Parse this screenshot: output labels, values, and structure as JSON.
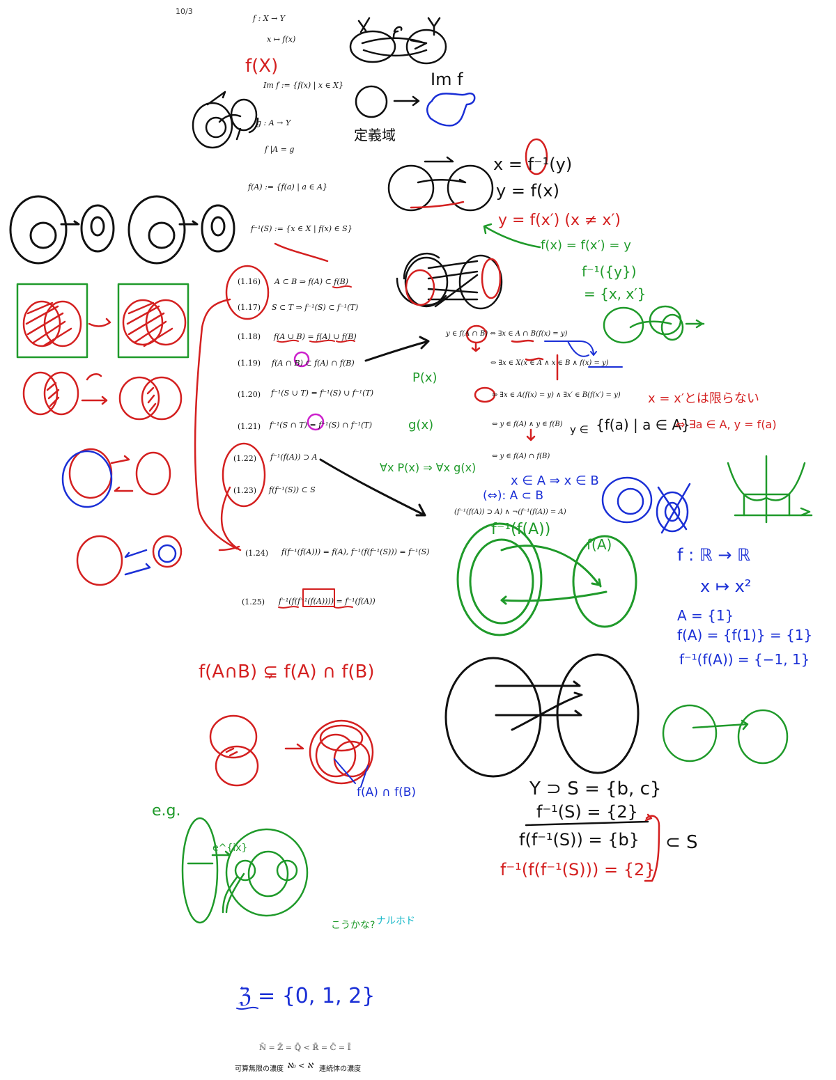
{
  "date": "10/3",
  "definitions": {
    "map": "f : X → Y",
    "rule": "x ↦ f(x)",
    "image": "Im f := {f(x) | x ∈ X}",
    "restriction_map": "g : A → Y",
    "restriction": "f |A = g",
    "direct_image": "f(A) := {f(a) | a ∈ A}",
    "preimage": "f⁻¹(S) := {x ∈ X | f(x) ∈ S}"
  },
  "theorems": [
    {
      "num": "(1.16)",
      "text": "A ⊂ B ⇒ f(A) ⊂ f(B)"
    },
    {
      "num": "(1.17)",
      "text": "S ⊂ T ⇒ f⁻¹(S) ⊂ f⁻¹(T)"
    },
    {
      "num": "(1.18)",
      "text": "f(A ∪ B) = f(A) ∪ f(B)"
    },
    {
      "num": "(1.19)",
      "text": "f(A ∩ B) ⊂ f(A) ∩ f(B)"
    },
    {
      "num": "(1.20)",
      "text": "f⁻¹(S ∪ T) = f⁻¹(S) ∪ f⁻¹(T)"
    },
    {
      "num": "(1.21)",
      "text": "f⁻¹(S ∩ T) = f⁻¹(S) ∩ f⁻¹(T)"
    },
    {
      "num": "(1.22)",
      "text": "f⁻¹(f(A)) ⊃ A"
    },
    {
      "num": "(1.23)",
      "text": "f(f⁻¹(S)) ⊂ S"
    },
    {
      "num": "(1.24)",
      "text": "f(f⁻¹(f(A))) = f(A), f⁻¹(f(f⁻¹(S))) = f⁻¹(S)"
    },
    {
      "num": "(1.25)",
      "text": "f⁻¹(f(f⁻¹(f(A)))) = f⁻¹(f(A))"
    }
  ],
  "proof": {
    "line1": "y ∈ f(A ∩ B) ⇔ ∃x ∈ A ∩ B(f(x) = y)",
    "line2": "⇔ ∃x ∈ X(x ∈ A ∧ x ∈ B ∧ f(x) = y)",
    "line3": "⇒ ∃x ∈ A(f(x) = y) ∧ ∃x′ ∈ B(f(x′) = y)",
    "line4": "⇔ y ∈ f(A) ∧ y ∈ f(B)",
    "line5": "⇔ y ∈ f(A) ∩ f(B)",
    "contrapositive": "(f⁻¹(f(A)) ⊃ A) ∧ ¬(f⁻¹(f(A)) = A)"
  },
  "footer": {
    "cardinality": "ℕ̄ = ℤ̄ = ℚ̄ < ℝ̄ = ℂ̄ = 𝕀̄",
    "countable": "可算無限の濃度",
    "aleph": "ℵ₀ < ℵ",
    "continuum": "連続体の濃度"
  },
  "handwriting": {
    "fX": "f(X)",
    "Imf": "Im f",
    "domain_jp": "定義域",
    "x_eq": "x = f⁻¹(y)",
    "y_eq": "y = f(x)",
    "y_eq2": "y = f(x′)  (x ≠ x′)",
    "fx_eq": "f(x) = f(x′) = y",
    "finv_set": "f⁻¹({y})",
    "finv_val": "= {x, x′}",
    "not_nec": "x = x′とは限らない",
    "fa_set": "{f(a) | a ∈ A}",
    "iff_exists": "⇔ ∃a ∈ A, y = f(a)",
    "y_in": "y ∈",
    "px": "P(x)",
    "gx": "g(x)",
    "forall": "∀x P(x) ⇒ ∀x g(x)",
    "subset_def": "x ∈ A ⇒ x ∈ B",
    "subset_eq": "(⇔): A ⊂ B",
    "finv_fA": "f⁻¹(f(A))",
    "fA": "f(A)",
    "R_map": "f : ℝ → ℝ",
    "x_sq": "x ↦ x²",
    "A_set": "A = {1}",
    "fA_val": "f(A) = {f(1)} = {1}",
    "finvfA_val": "f⁻¹(f(A)) = {−1, 1}",
    "intersect_claim": "f(A∩B) ⊊ f(A) ∩ f(B)",
    "fAcapfB": "f(A) ∩ f(B)",
    "eg": "e.g.",
    "eix": "e^{ix}",
    "kouka": "こうかな?",
    "naruhodo": "ナルホド",
    "Y_S": "Y ⊃ S = {b, c}",
    "finvS": "f⁻¹(S) = {2}",
    "ffinvS": "f(f⁻¹(S)) = {b}",
    "subS": "⊂ S",
    "finvffinvS": "f⁻¹(f(f⁻¹(S))) = {2}",
    "set012": "ℨ = {0, 1, 2}"
  },
  "colors": {
    "red": "#d42020",
    "green": "#1f9a2a",
    "blue": "#1a2fd6",
    "black": "#111111",
    "magenta": "#cc20cc",
    "cyan": "#18b8c8"
  }
}
